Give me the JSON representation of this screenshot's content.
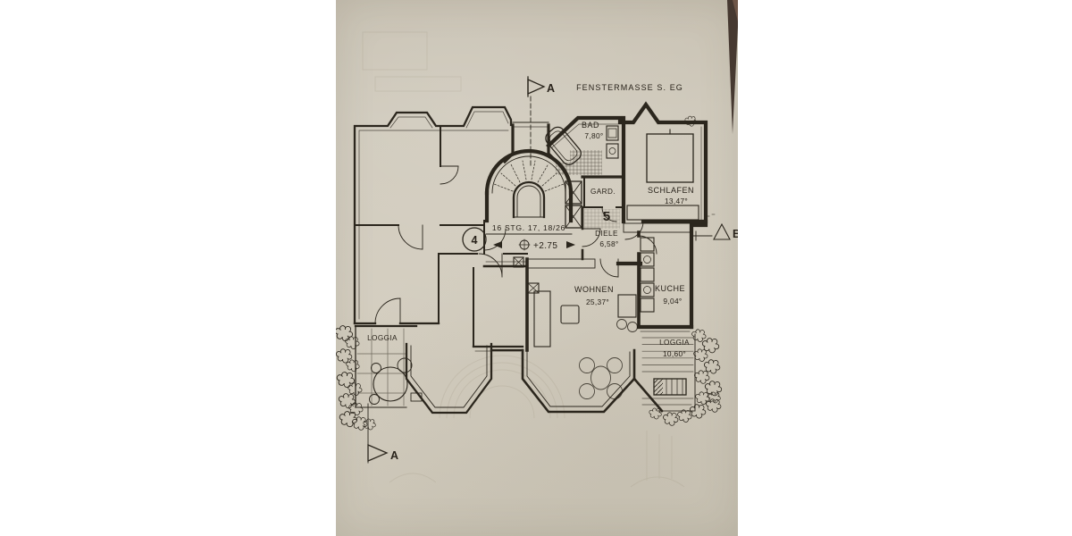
{
  "meta": {
    "description": "photograph of a German architectural floor plan drawing on beige paper, centered on white background"
  },
  "colors": {
    "page_background": "#ffffff",
    "paper": "#cfc9bb",
    "ink": "#2b261d",
    "shadow_wedge_dark": "#463931",
    "shadow_wedge_brown": "#6e5648",
    "ghost_bleed": "#948a74"
  },
  "annotations": {
    "window_note": "FENSTERMASSE S. EG",
    "section_marker_top": "A",
    "section_marker_bottom": "A",
    "section_marker_right": "B",
    "stair_label": "16 STG. 17, 18/26",
    "level_dimension": "+2.75",
    "apartment_number_right": "5",
    "apartment_number_left": "4"
  },
  "rooms": {
    "bad": {
      "name": "BAD",
      "area": "7,80°"
    },
    "gard": {
      "name": "GARD.",
      "area": ""
    },
    "schlafen": {
      "name": "SCHLAFEN",
      "area": "13,47°"
    },
    "diele": {
      "name": "DIELE",
      "area": "6,58°"
    },
    "wohnen": {
      "name": "WOHNEN",
      "area": "25,37°"
    },
    "kueche": {
      "name": "KUCHE",
      "area": "9,04°"
    },
    "loggia_right": {
      "name": "LOGGIA",
      "area": "10,60°"
    },
    "loggia_left": {
      "name": "LOGGIA",
      "area": ""
    }
  }
}
